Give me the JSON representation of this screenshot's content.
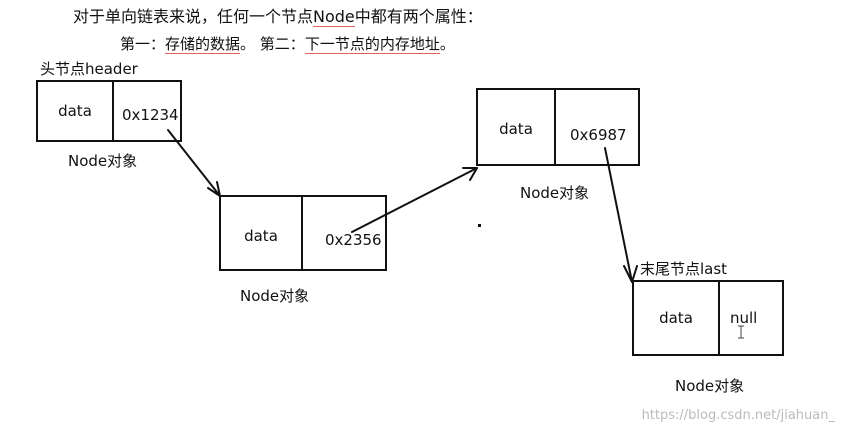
{
  "intro": {
    "line1_a": "对于单向链表来说，任何一个节点",
    "line1_node": "Node",
    "line1_b": "中都有两个属性：",
    "line2_first": "第一：",
    "line2_first_val": "存储的数据",
    "line2_sep": "。 第二：",
    "line2_second_val": "下一节点的内存地址",
    "line2_end": "。"
  },
  "nodes": {
    "header": {
      "title": "头节点header",
      "data": "data",
      "addr": "0x1234",
      "caption": "Node对象"
    },
    "second": {
      "data": "data",
      "addr": "0x2356",
      "caption": "Node对象"
    },
    "third": {
      "data": "data",
      "addr": "0x6987",
      "caption": "Node对象"
    },
    "last": {
      "title": "末尾节点last",
      "data": "data",
      "addr": "null",
      "caption": "Node对象"
    }
  },
  "watermark": "https://blog.csdn.net/jiahuan_",
  "colors": {
    "line": "#111111",
    "underline": "#e06060",
    "watermark": "#bbbbbb"
  }
}
